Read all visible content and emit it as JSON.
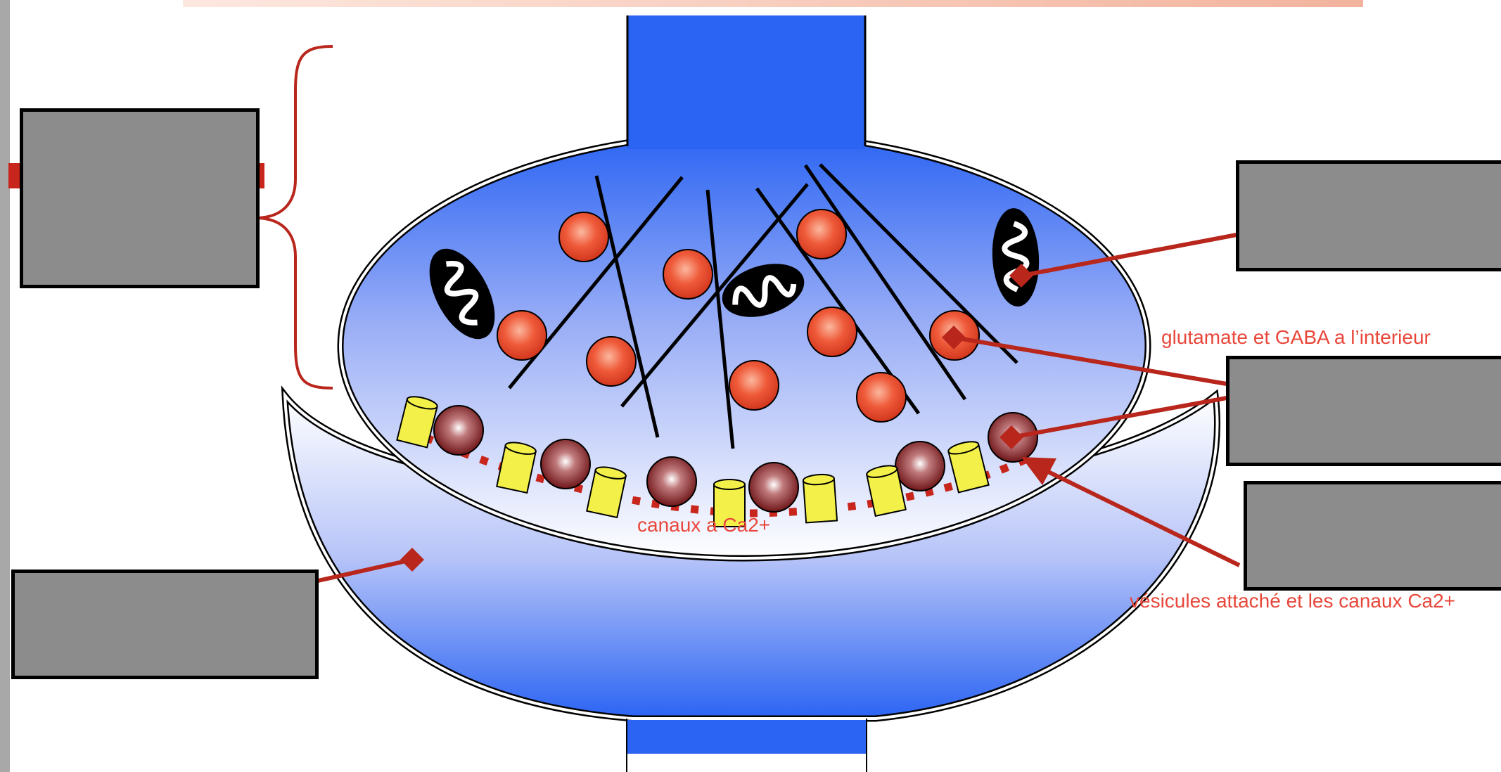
{
  "annotations": {
    "glutamate_gaba": "glutamate et GABA a l’interieur",
    "calcium_channels": "canaux a Ca2+",
    "attached_vesicles": "vésicules attaché et les canaux Ca2+"
  },
  "label_boxes": [
    {
      "id": "presynaptic-terminal",
      "text": ""
    },
    {
      "id": "mitochondria",
      "text": ""
    },
    {
      "id": "synaptic-vesicles",
      "text": ""
    },
    {
      "id": "active-zone",
      "text": ""
    },
    {
      "id": "postsynaptic-cell",
      "text": ""
    }
  ],
  "colors": {
    "membrane_blue": "#2b64f3",
    "vesicle_red": "#ea4a2c",
    "docked_vesicle": "#7a1a1c",
    "ca_channel": "#f4f04a",
    "pointer_red": "#b8261c",
    "label_grey": "#8c8c8c"
  }
}
